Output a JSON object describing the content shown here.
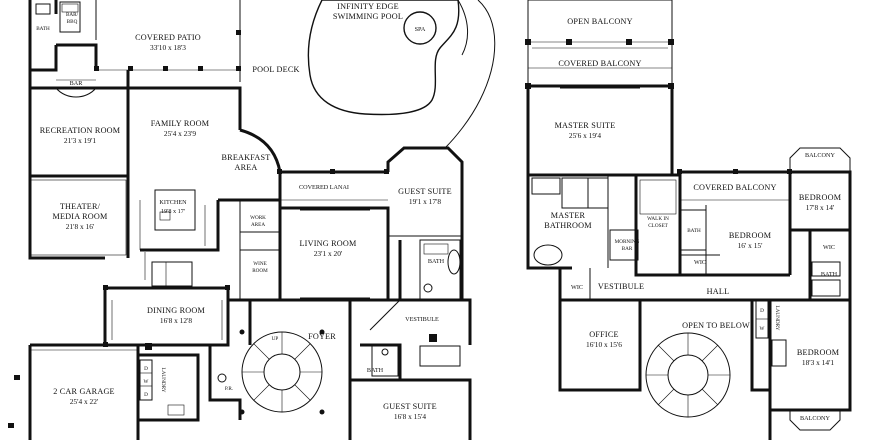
{
  "left_floor": {
    "bath_top": "BATH",
    "bar_bbq": "BAR/\nBBQ",
    "covered_patio": {
      "name": "COVERED PATIO",
      "dim": "33'10 x 18'3"
    },
    "pool_deck": "POOL DECK",
    "pool": {
      "name_line1": "INFINITY EDGE",
      "name_line2": "SWIMMING POOL"
    },
    "spa": "SPA",
    "bar": "BAR",
    "recreation_room": {
      "name": "RECREATION ROOM",
      "dim": "21'3 x 19'1"
    },
    "family_room": {
      "name": "FAMILY ROOM",
      "dim": "25'4 x 23'9"
    },
    "breakfast_area": {
      "line1": "BREAKFAST",
      "line2": "AREA"
    },
    "covered_lanai": "COVERED LANAI",
    "guest_suite_1": {
      "name": "GUEST SUITE",
      "dim": "19'1 x 17'8"
    },
    "theater": {
      "line1": "THEATER/",
      "line2": "MEDIA ROOM",
      "dim": "21'8 x 16'"
    },
    "kitchen": {
      "name": "KITCHEN",
      "dim": "19'8 x 17'"
    },
    "work_area": {
      "line1": "WORK",
      "line2": "AREA"
    },
    "wine_room": {
      "line1": "WINE",
      "line2": "ROOM"
    },
    "living_room": {
      "name": "LIVING ROOM",
      "dim": "23'1 x 20'"
    },
    "bath_guest1": "BATH",
    "dining_room": {
      "name": "DINING ROOM",
      "dim": "16'8 x 12'8"
    },
    "foyer": "FOYER",
    "vestibule": "VESTIBULE",
    "up": "UP",
    "garage": {
      "name": "2 CAR GARAGE",
      "dim": "25'4 x 22'"
    },
    "dw_d": "D",
    "dw_w": "W",
    "dw_d2": "D",
    "laundry": "LAUNDRY",
    "pr": "P.R.",
    "bath_guest2": "BATH",
    "guest_suite_2": {
      "name": "GUEST SUITE",
      "dim": "16'8 x 15'4"
    }
  },
  "right_floor": {
    "open_balcony": "OPEN BALCONY",
    "covered_balcony_top": "COVERED BALCONY",
    "master_suite": {
      "name": "MASTER SUITE",
      "dim": "25'6 x 19'4"
    },
    "balcony_right": "BALCONY",
    "covered_balcony_mid": "COVERED BALCONY",
    "bedroom_1": {
      "name": "BEDROOM",
      "dim": "17'8 x 14'"
    },
    "master_bathroom": {
      "line1": "MASTER",
      "line2": "BATHROOM"
    },
    "walk_in_closet": {
      "line1": "WALK IN",
      "line2": "CLOSET"
    },
    "bath_mid": "BATH",
    "bedroom_2": {
      "name": "BEDROOM",
      "dim": "16' x 15'"
    },
    "wic_right": "WIC",
    "morning_bar": {
      "line1": "MORNING",
      "line2": "BAR"
    },
    "wic_mid": "WIC",
    "bath_right": "BATH",
    "wic_left": "WIC",
    "vestibule": "VESTIBULE",
    "hall": "HALL",
    "office": {
      "name": "OFFICE",
      "dim": "16'10 x 15'6"
    },
    "open_to_below": "OPEN TO BELOW",
    "laundry": "LAUNDRY",
    "d": "D",
    "w": "W",
    "bedroom_3": {
      "name": "BEDROOM",
      "dim": "18'3 x 14'1"
    },
    "balcony_bottom": "BALCONY"
  }
}
